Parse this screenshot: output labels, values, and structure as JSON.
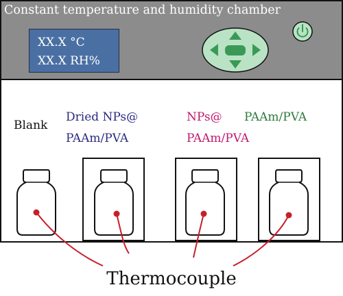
{
  "chamber": {
    "title": "Constant temperature and humidity chamber",
    "display": {
      "line1": "XX.X °C",
      "line2": "XX.X RH%"
    },
    "controls": {
      "dpad": "directional-pad-icon",
      "power": "power-icon"
    }
  },
  "samples": [
    {
      "line1": "Blank",
      "line2": "",
      "color": "#111111",
      "has_box": false
    },
    {
      "line1": "Dried NPs@",
      "line2": "PAAm/PVA",
      "color": "#2a2a82",
      "has_box": true
    },
    {
      "line1": "NPs@",
      "line2": "PAAm/PVA",
      "color": "#c0186e",
      "has_box": true
    },
    {
      "line1": "PAAm/PVA",
      "line2": "",
      "color": "#2c7a3c",
      "has_box": true
    }
  ],
  "thermocouple_label": "Thermocouple",
  "colors": {
    "chamber_gray": "#8c8c8c",
    "display_blue": "#4a6fa3",
    "pad_green": "#b9e3c4",
    "arrow_green": "#3a9a55",
    "wire_red": "#c81e2a"
  }
}
